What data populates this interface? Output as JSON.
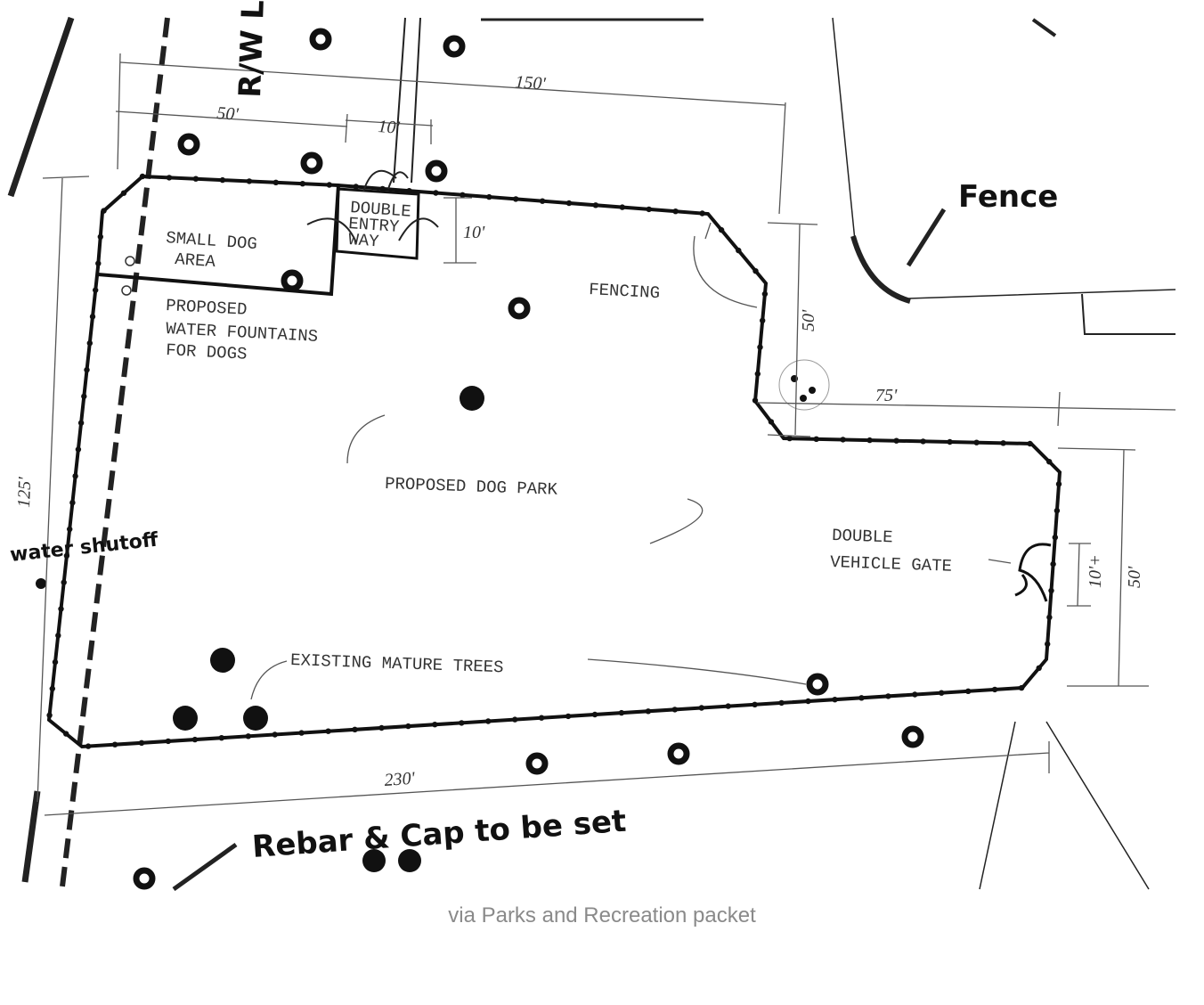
{
  "diagram": {
    "labels": {
      "small_dog_area": [
        "SMALL DOG",
        "AREA"
      ],
      "double_entry_way": [
        "DOUBLE",
        "ENTRY",
        "WAY"
      ],
      "fencing": "FENCING",
      "water_fountains": [
        "PROPOSED",
        "WATER FOUNTAINS",
        "FOR DOGS"
      ],
      "proposed_dog_park": "PROPOSED DOG PARK",
      "double_vehicle_gate": [
        "DOUBLE",
        "VEHICLE GATE"
      ],
      "existing_trees": "EXISTING MATURE TREES",
      "fence": "Fence",
      "rebar": "Rebar & Cap to be set",
      "row_line": "R/W Lin",
      "water_shutoff": "water shutoff"
    },
    "dimensions": {
      "d150": "150'",
      "d50_top": "50'",
      "d10_top": "10'",
      "d10_entry": "10'",
      "d50_right": "50'",
      "d75": "75'",
      "d125": "125'",
      "d10_gate": "10'+",
      "d50_gate": "50'",
      "d230": "230'"
    }
  },
  "caption": "via Parks and Recreation packet"
}
